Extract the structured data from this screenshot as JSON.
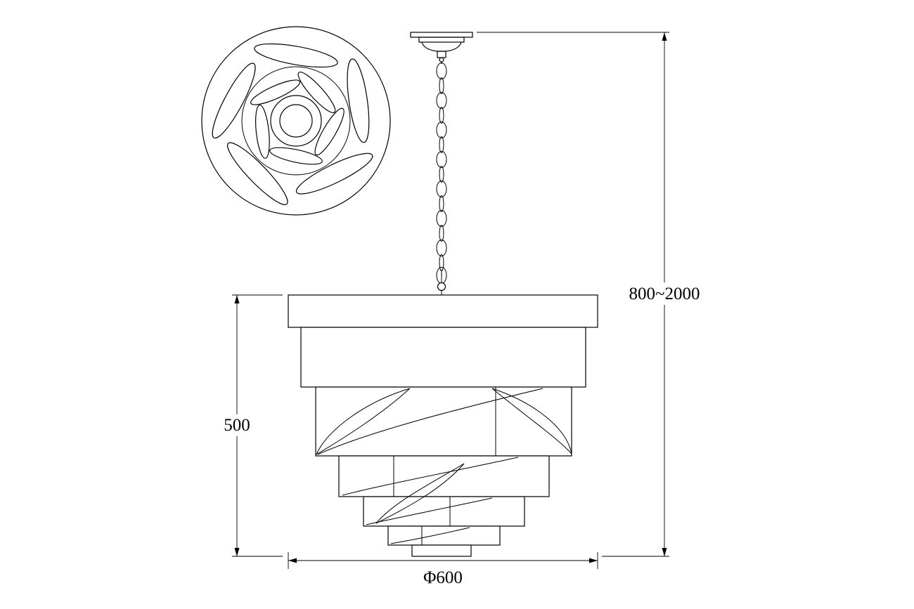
{
  "drawing": {
    "dimensions": {
      "suspension_height": "800~2000",
      "body_height": "500",
      "diameter": "Φ600"
    }
  }
}
